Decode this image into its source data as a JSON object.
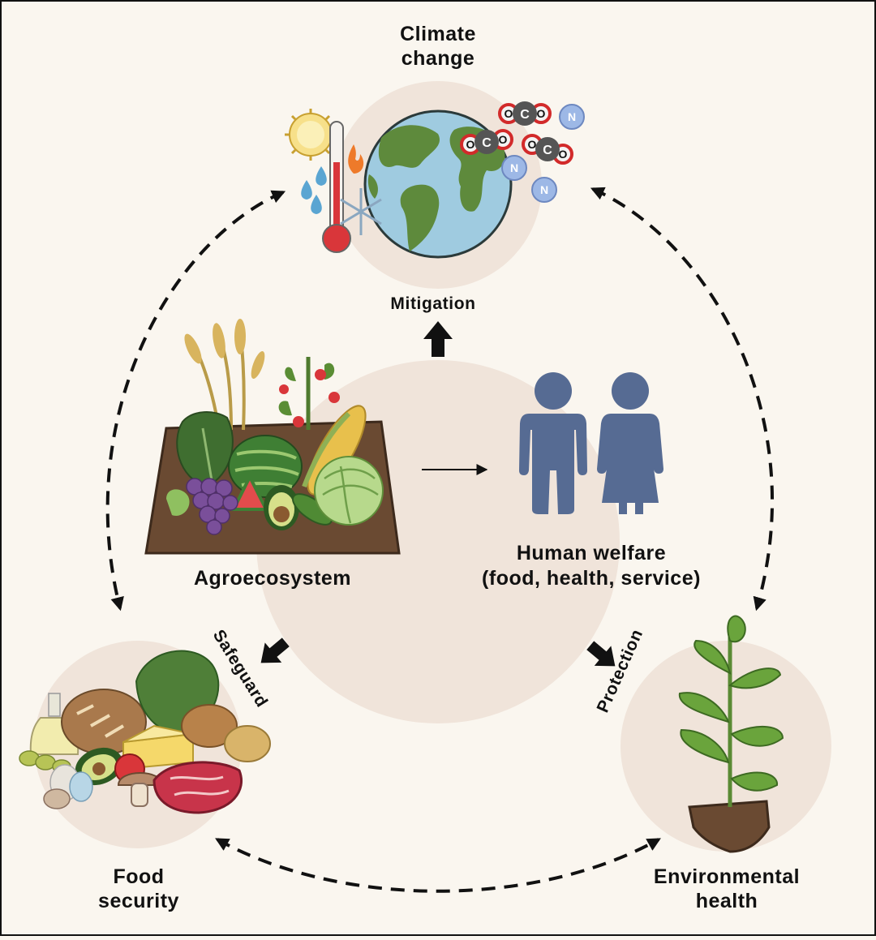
{
  "labels": {
    "climate_line1": "Climate",
    "climate_line2": "change",
    "mitigation": "Mitigation",
    "agroecosystem": "Agroecosystem",
    "human_line1": "Human welfare",
    "human_line2": "(food, health, service)",
    "safeguard": "Safeguard",
    "protection": "Protection",
    "food_line1": "Food",
    "food_line2": "security",
    "env_line1": "Environmental",
    "env_line2": "health"
  },
  "molecules": {
    "co2": [
      "O",
      "C",
      "O"
    ],
    "n": "N"
  },
  "colors": {
    "background": "#faf6ef",
    "circle": "#f0e4da",
    "people": "#566b93",
    "ocean": "#9fcbe0",
    "land": "#5e8a3c",
    "leaf": "#6aa43c",
    "soil": "#6a4a32"
  }
}
